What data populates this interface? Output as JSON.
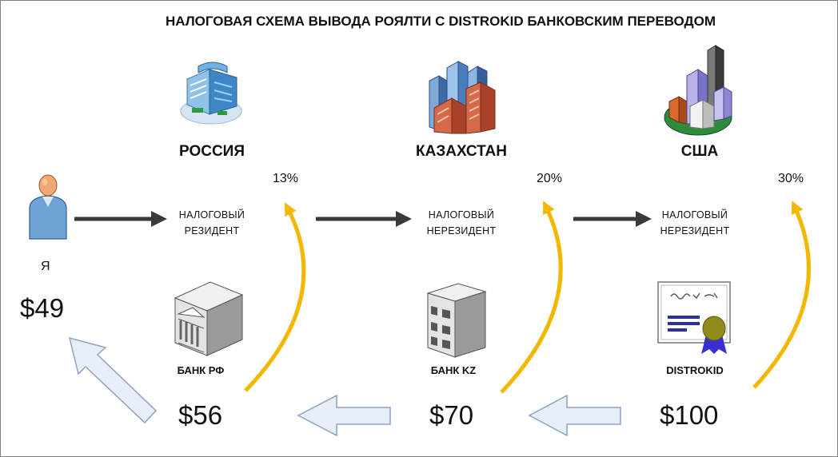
{
  "title": "НАЛОГОВАЯ СХЕМА ВЫВОДА РОЯЛТИ С DISTROKID БАНКОВСКИМ ПЕРЕВОДОМ",
  "me": {
    "label": "Я",
    "amount": "$49"
  },
  "columns": [
    {
      "country": "РОССИЯ",
      "rate": "13%",
      "status_line1": "НАЛОГОВЫЙ",
      "status_line2": "РЕЗИДЕНТ",
      "bank": "БАНК РФ",
      "amount": "$56"
    },
    {
      "country": "КАЗАХСТАН",
      "rate": "20%",
      "status_line1": "НАЛОГОВЫЙ",
      "status_line2": "НЕРЕЗИДЕНТ",
      "bank": "БАНК KZ",
      "amount": "$70"
    },
    {
      "country": "США",
      "rate": "30%",
      "status_line1": "НАЛОГОВЫЙ",
      "status_line2": "НЕРЕЗИДЕНТ",
      "bank": "DISTROKID",
      "amount": "$100"
    }
  ],
  "colors": {
    "tax_arc": "#f2b800",
    "flow_arrow": "#3a3a3a",
    "return_arrow_fill": "#e8eef7",
    "return_arrow_stroke": "#8ea2c2"
  },
  "icons": [
    "person-icon",
    "office-building-icon",
    "skyscrapers-icon",
    "city-icon",
    "bank-building-icon",
    "office-block-icon",
    "certificate-icon"
  ]
}
